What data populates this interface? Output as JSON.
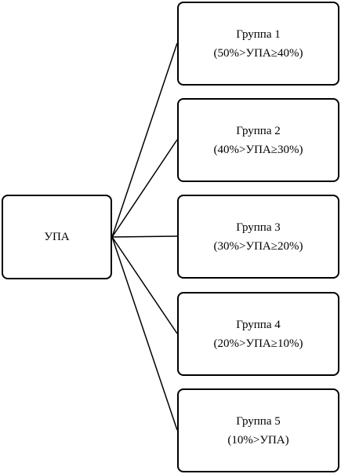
{
  "root": {
    "label": "УПА"
  },
  "groups": [
    {
      "title": "Группа 1",
      "range": "(50%>УПА≥40%)"
    },
    {
      "title": "Группа 2",
      "range": "(40%>УПА≥30%)"
    },
    {
      "title": "Группа 3",
      "range": "(30%>УПА≥20%)"
    },
    {
      "title": "Группа 4",
      "range": "(20%>УПА≥10%)"
    },
    {
      "title": "Группа 5",
      "range": "(10%>УПА)"
    }
  ],
  "colors": {
    "stroke": "#000000",
    "background": "#ffffff"
  }
}
